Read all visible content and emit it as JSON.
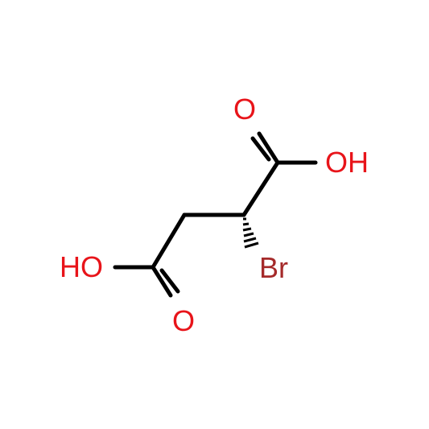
{
  "molecule": {
    "atoms": {
      "carbonyl_oxygen_top": "O",
      "hydroxyl_top": "OH",
      "hydroxyl_left": "HO",
      "carbonyl_oxygen_bottom": "O",
      "bromine": "Br"
    },
    "colors": {
      "bond": "#000000",
      "oxygen": "#e8141a",
      "bromine": "#a52a2a"
    }
  }
}
